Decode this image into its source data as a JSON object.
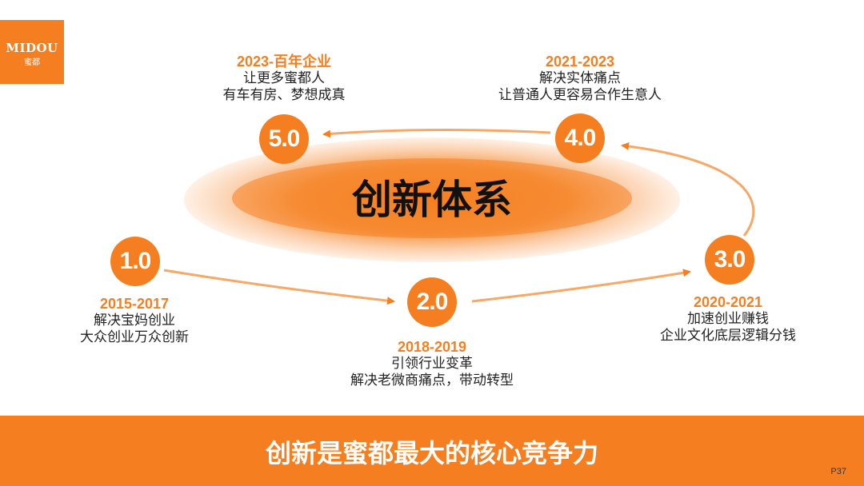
{
  "logo": {
    "brand": "MIDOU",
    "brand_cn": "蜜都"
  },
  "center_title": "创新体系",
  "stages": [
    {
      "label": "1.0",
      "year": "2015-2017",
      "lines": [
        "解决宝妈创业",
        "大众创业万众创新"
      ]
    },
    {
      "label": "2.0",
      "year": "2018-2019",
      "lines": [
        "引领行业变革",
        "解决老微商痛点，带动转型"
      ]
    },
    {
      "label": "3.0",
      "year": "2020-2021",
      "lines": [
        "加速创业赚钱",
        "企业文化底层逻辑分钱"
      ]
    },
    {
      "label": "4.0",
      "year": "2021-2023",
      "lines": [
        "解决实体痛点",
        "让普通人更容易合作生意人"
      ]
    },
    {
      "label": "5.0",
      "year": "2023-百年企业",
      "lines": [
        "让更多蜜都人",
        "有车有房、梦想成真"
      ]
    }
  ],
  "footer": {
    "slogan": "创新是蜜都最大的核心竞争力",
    "page": "P37"
  },
  "colors": {
    "accent": "#f57f20"
  }
}
